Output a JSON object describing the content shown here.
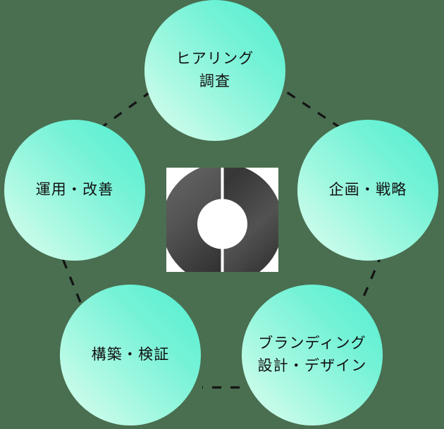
{
  "diagram": {
    "title": "process-cycle-diagram",
    "background_color": "#4a7051",
    "node_gradient_from": "#d5fdf0",
    "node_gradient_to": "#55efd2",
    "label_color": "#111111",
    "connector_color": "#111111",
    "connector_style": "dashed"
  },
  "nodes": [
    {
      "id": "hearing",
      "label": "ヒアリング\n調査"
    },
    {
      "id": "planning",
      "label": "企画・戦略"
    },
    {
      "id": "branding",
      "label": "ブランディング\n設計・デザイン"
    },
    {
      "id": "build",
      "label": "構築・検証"
    },
    {
      "id": "operation",
      "label": "運用・改善"
    }
  ],
  "center_logo": {
    "name": "split-ring-logo",
    "background_color": "#ffffff",
    "mark_color": "#2a2a2a"
  }
}
